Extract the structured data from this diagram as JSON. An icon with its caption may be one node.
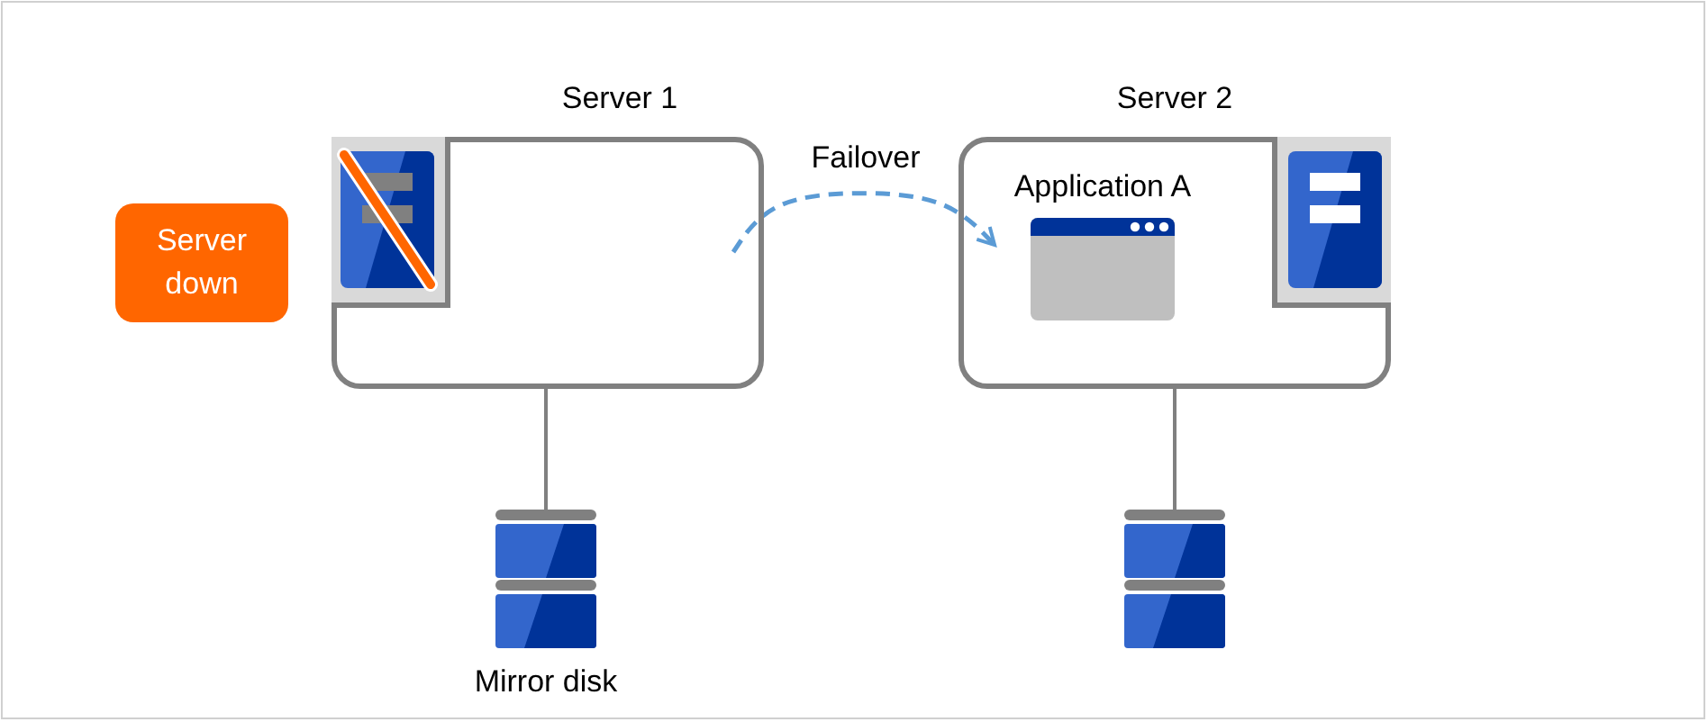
{
  "diagram": {
    "nodes": [
      {
        "text": [
          "Server 1"
        ]
      },
      {
        "text": [
          "Server 2"
        ]
      },
      {
        "text": [
          "Application A"
        ],
        "in": 1
      },
      {
        "text": [],
        "shape": "cylinder",
        "beside": [
          "Mirror disk"
        ]
      },
      {
        "text": [],
        "shape": "cylinder"
      },
      {
        "text": [
          "Server down"
        ]
      }
    ],
    "edges": [
      {
        "from": 0,
        "to": 3,
        "arrow": "none"
      },
      {
        "from": 1,
        "to": 4,
        "arrow": "none"
      },
      {
        "from": 0,
        "to": 2,
        "arrow": "to",
        "label": "Failover",
        "style": "dashed",
        "color": "#5b9bd5"
      }
    ]
  }
}
